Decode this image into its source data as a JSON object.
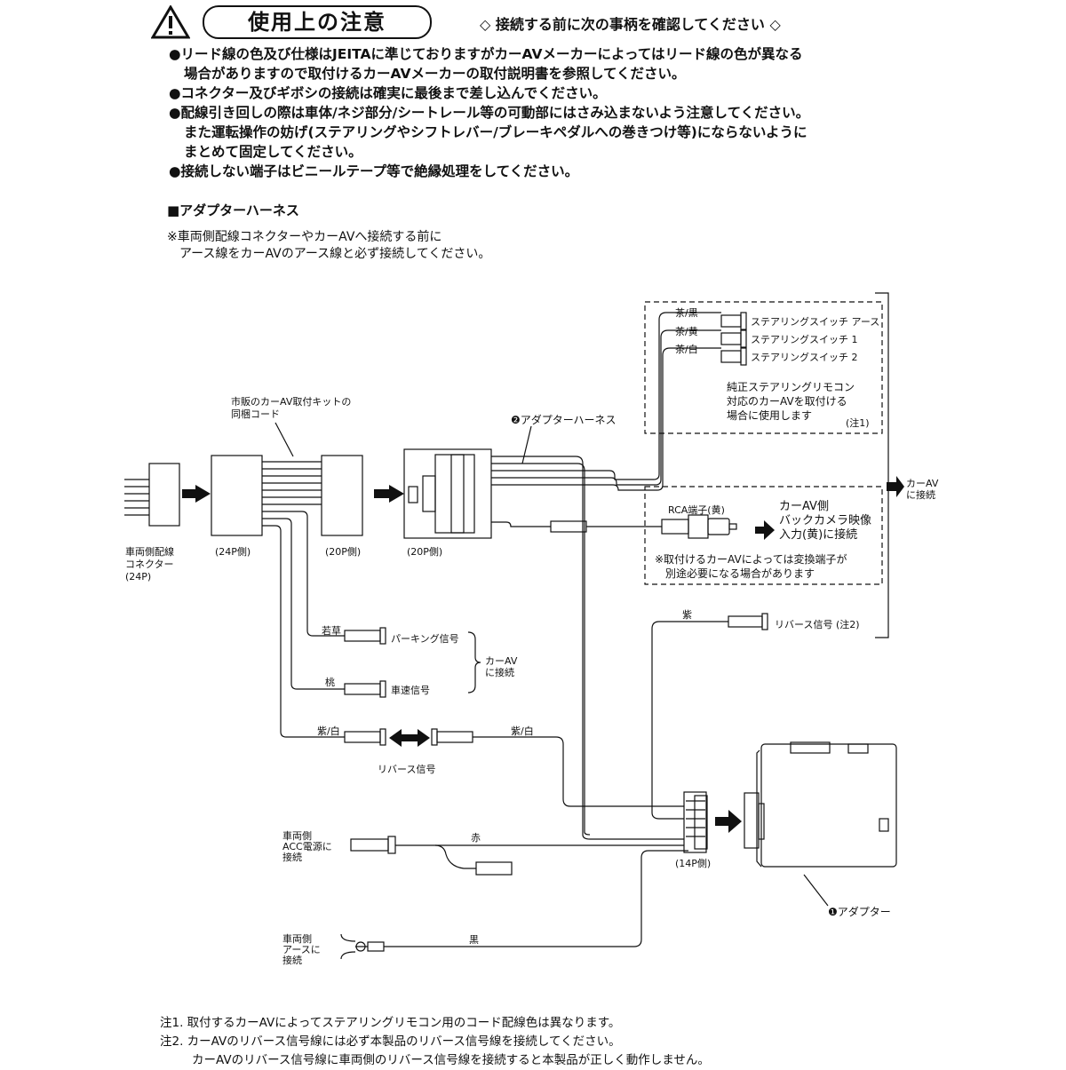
{
  "header": {
    "title": "使用上の注意",
    "subtitle": "◇ 接続する前に次の事柄を確認してください ◇"
  },
  "notes": [
    {
      "lines": [
        "●リード線の色及び仕様はJEITAに準じておりますがカーAVメーカーによってはリード線の色が異なる",
        "場合がありますので取付けるカーAVメーカーの取付説明書を参照してください。"
      ]
    },
    {
      "lines": [
        "●コネクター及びギボシの接続は確実に最後まで差し込んでください。"
      ]
    },
    {
      "lines": [
        "●配線引き回しの際は車体/ネジ部分/シートレール等の可動部にはさみ込まないよう注意してください。",
        "また運転操作の妨げ(ステアリングやシフトレバー/ブレーキペダルへの巻きつけ等)にならないように",
        "まとめて固定してください。"
      ]
    },
    {
      "lines": [
        "●接続しない端子はビニールテープ等で絶縁処理をしてください。"
      ]
    }
  ],
  "section_title": "■アダプターハーネス",
  "warning": [
    "※車両側配線コネクターやカーAVへ接続する前に",
    "アース線をカーAVのアース線と必ず接続してください。"
  ],
  "diagram": {
    "kit_cord": [
      "市販のカーAV取付キットの",
      "同梱コード"
    ],
    "adapter_harness": "❷アダプターハーネス",
    "vehicle_connector": [
      "車両側配線",
      "コネクター",
      "(24P)"
    ],
    "side_24p": "(24P側)",
    "side_20p_a": "(20P側)",
    "side_20p_b": "(20P側)",
    "side_14p": "(14P側)",
    "steering": {
      "wires": [
        "茶/黒",
        "茶/黄",
        "茶/白"
      ],
      "labels": [
        "ステアリングスイッチ アース",
        "ステアリングスイッチ 1",
        "ステアリングスイッチ 2"
      ],
      "note": [
        "純正ステアリングリモコン",
        "対応のカーAVを取付ける",
        "場合に使用します"
      ],
      "note_ref": "(注1)"
    },
    "car_av_connect": [
      "カーAV",
      "に接続"
    ],
    "rca": {
      "label": "RCA端子(黄)",
      "dest": [
        "カーAV側",
        "バックカメラ映像",
        "入力(黄)に接続"
      ],
      "note": [
        "※取付けるカーAVによっては変換端子が",
        "別途必要になる場合があります"
      ]
    },
    "reverse_purple": {
      "wire": "紫",
      "label": "リバース信号 (注2)"
    },
    "parking": {
      "wire": "若草",
      "label": "パーキング信号"
    },
    "speed": {
      "wire": "桃",
      "label": "車速信号"
    },
    "car_av_connect2": [
      "カーAV",
      "に接続"
    ],
    "reverse_pair": {
      "wire_left": "紫/白",
      "wire_right": "紫/白",
      "label": "リバース信号"
    },
    "acc": {
      "wire": "赤",
      "label": [
        "車両側",
        "ACC電源に",
        "接続"
      ]
    },
    "ground": {
      "wire": "黒",
      "label": [
        "車両側",
        "アースに",
        "接続"
      ]
    },
    "adapter": "❶アダプター"
  },
  "footnotes": [
    {
      "lines": [
        "注1. 取付するカーAVによってステアリングリモコン用のコード配線色は異なります。"
      ]
    },
    {
      "lines": [
        "注2. カーAVのリバース信号線には必ず本製品のリバース信号線を接続してください。",
        "カーAVのリバース信号線に車両側のリバース信号線を接続すると本製品が正しく動作しません。"
      ]
    }
  ]
}
